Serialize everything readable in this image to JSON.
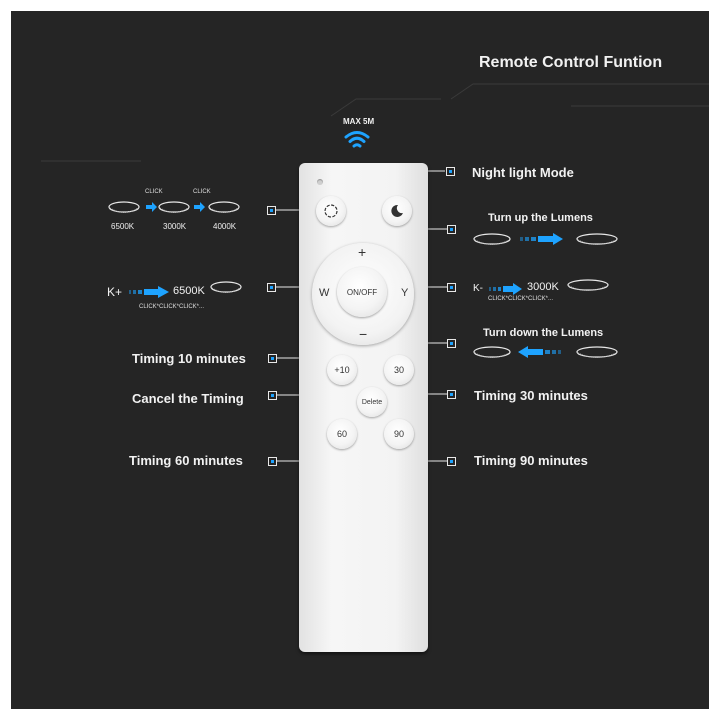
{
  "title": "Remote Control Funtion",
  "range": "MAX 5M",
  "remote": {
    "onoff": "ON/OFF",
    "w": "W",
    "y": "Y",
    "plus": "+",
    "minus": "−",
    "b10": "+10",
    "b30": "30",
    "delete": "Delete",
    "b60": "60",
    "b90": "90"
  },
  "labels": {
    "night": "Night light Mode",
    "turn_up": "Turn up the Lumens",
    "turn_down": "Turn down the Lumens",
    "t10": "Timing 10 minutes",
    "cancel": "Cancel the Timing",
    "t30": "Timing 30 minutes",
    "t60": "Timing 60 minutes",
    "t90": "Timing 90 minutes"
  },
  "cct_cycle": {
    "click1": "CLICK",
    "click2": "CLICK",
    "k1": "6500K",
    "k2": "3000K",
    "k3": "4000K"
  },
  "kplus": {
    "label": "K+",
    "value": "6500K",
    "clicks": "CLICK*CLICK*CLICK*..."
  },
  "kminus": {
    "label": "K-",
    "value": "3000K",
    "clicks": "CLICK*CLICK*CLICK*..."
  },
  "colors": {
    "background": "#252525",
    "accent": "#1ea3ff",
    "text": "#f2f2f2",
    "remote": "#f3f3f3"
  },
  "icons": [
    "wifi-signal-icon",
    "cycle-icon",
    "moon-icon",
    "ceiling-lamp-icon",
    "arrow-right-icon",
    "arrow-left-icon"
  ]
}
